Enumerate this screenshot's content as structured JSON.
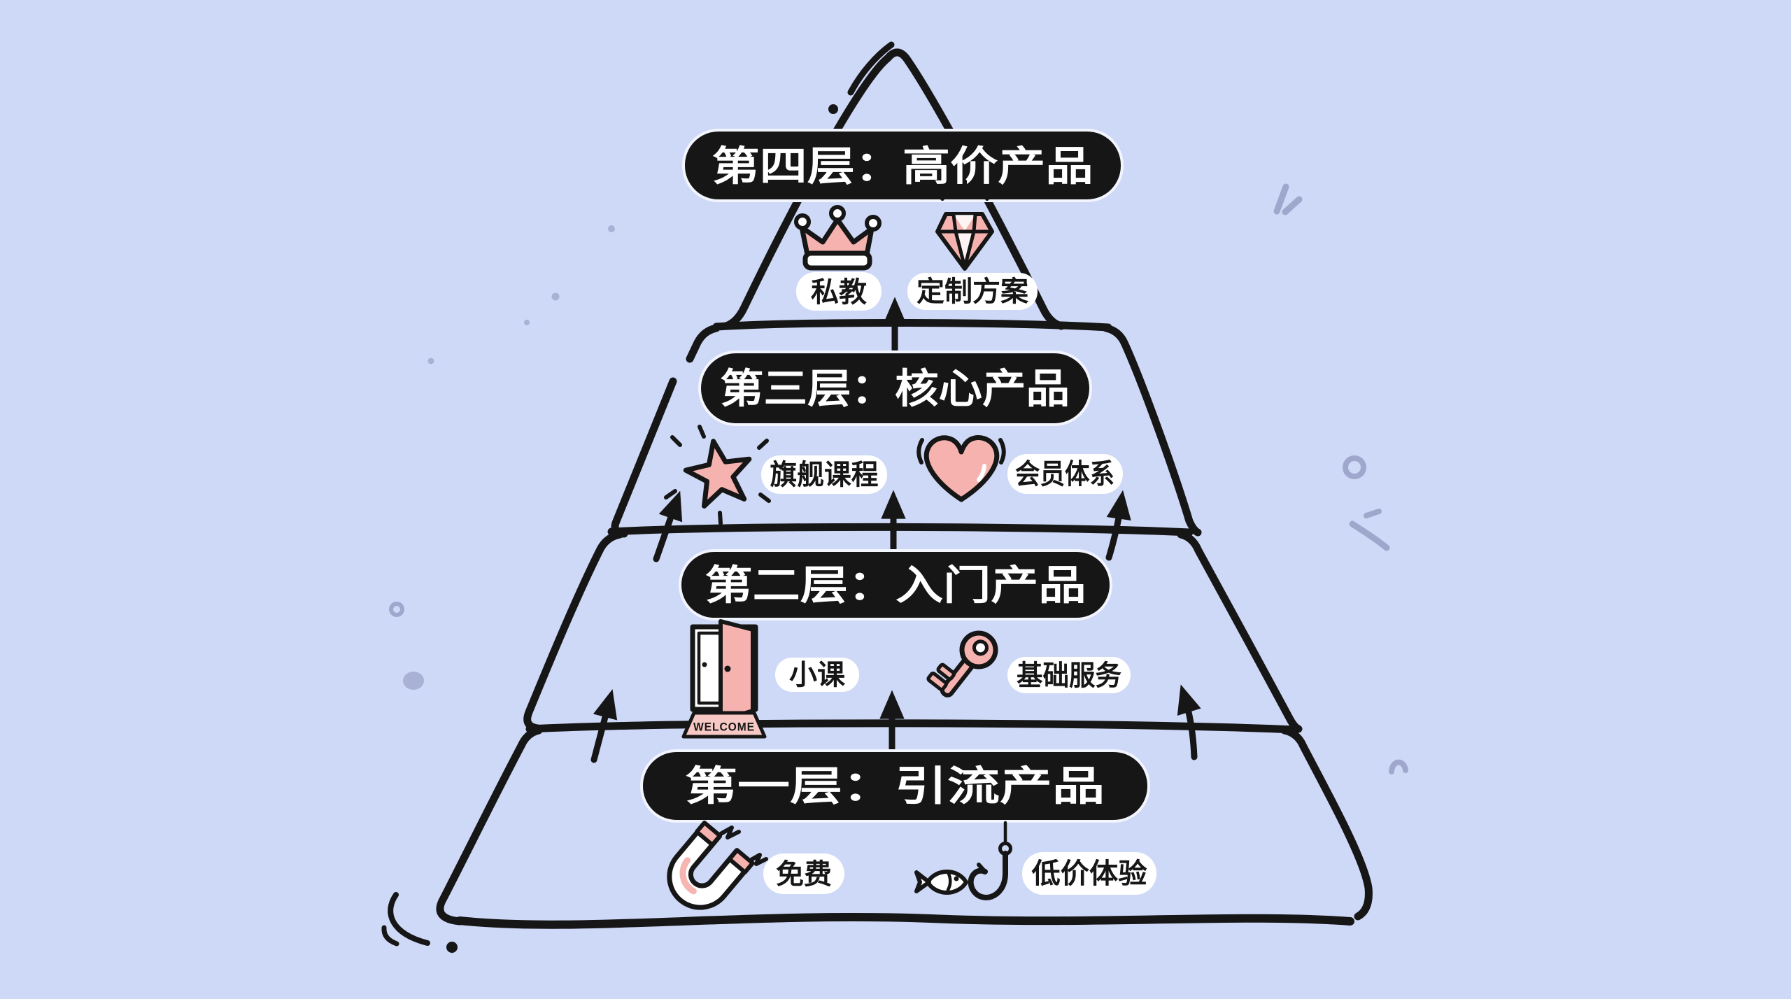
{
  "background_color": "#ced9f7",
  "ink_color": "#161616",
  "pink_color": "#f5b2ae",
  "decor_color": "#9fa8cc",
  "pyramid": {
    "tiers": [
      {
        "level": 4,
        "title": "第四层：高价产品",
        "items": [
          {
            "icon": "crown-icon",
            "label": "私教"
          },
          {
            "icon": "diamond-icon",
            "label": "定制方案"
          }
        ]
      },
      {
        "level": 3,
        "title": "第三层：核心产品",
        "items": [
          {
            "icon": "star-icon",
            "label": "旗舰课程"
          },
          {
            "icon": "heart-icon",
            "label": "会员体系"
          }
        ]
      },
      {
        "level": 2,
        "title": "第二层：入门产品",
        "items": [
          {
            "icon": "door-icon",
            "label": "小课"
          },
          {
            "icon": "key-icon",
            "label": "基础服务"
          }
        ]
      },
      {
        "level": 1,
        "title": "第一层：引流产品",
        "items": [
          {
            "icon": "magnet-icon",
            "label": "免费"
          },
          {
            "icon": "fish-hook-icon",
            "label": "低价体验"
          }
        ]
      }
    ],
    "door_mat_text": "WELCOME"
  }
}
